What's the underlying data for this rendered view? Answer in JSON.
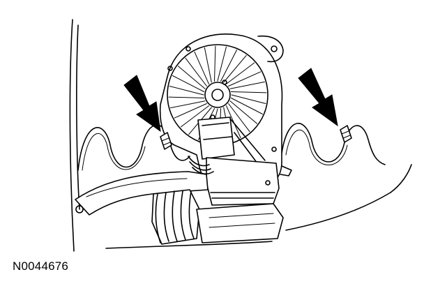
{
  "figure": {
    "id_label": "N0044676",
    "depicts": [
      "blower-motor-assembly",
      "pointer-arrow",
      "pointer-arrow",
      "retaining-clip",
      "retaining-clip",
      "air-duct-hose"
    ]
  },
  "colors": {
    "line": "#000000",
    "background": "#ffffff"
  }
}
